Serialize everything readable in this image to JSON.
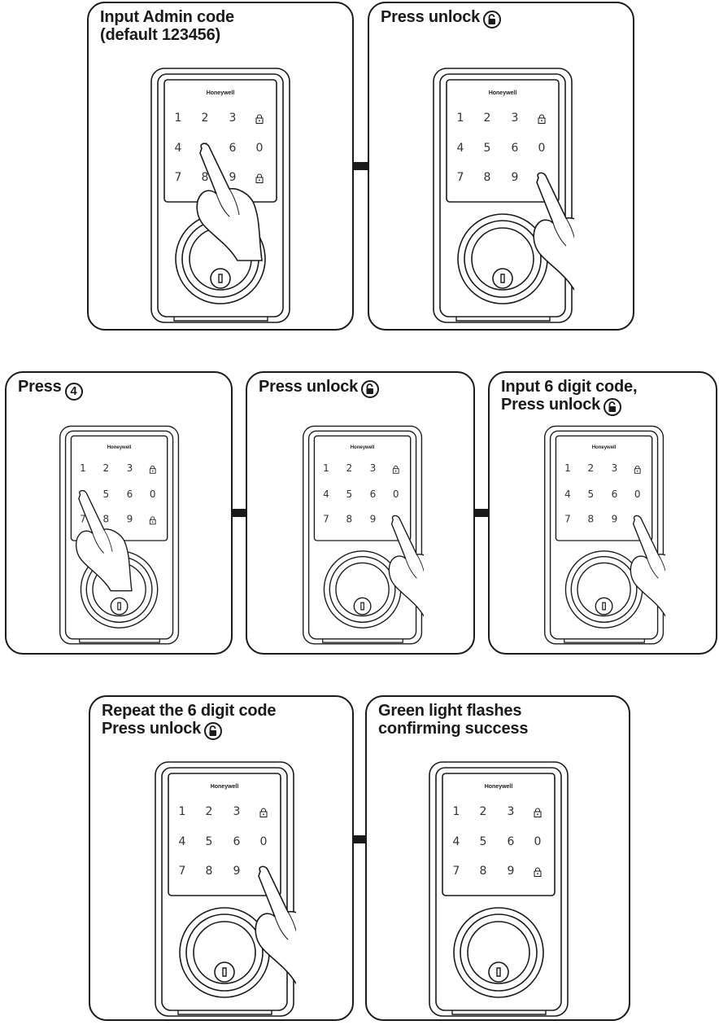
{
  "brand": "Honeywell",
  "keys": [
    "1",
    "2",
    "3",
    "lock",
    "4",
    "5",
    "6",
    "0",
    "7",
    "8",
    "9",
    "lock"
  ],
  "steps": [
    {
      "lines": [
        "Input Admin code",
        "(default 123456)"
      ],
      "glyph": null,
      "press": 5
    },
    {
      "lines": [
        "Press unlock"
      ],
      "glyph": "unlock",
      "press": 11
    },
    {
      "lines": [
        "Press"
      ],
      "glyph": "4",
      "press": 4
    },
    {
      "lines": [
        "Press unlock"
      ],
      "glyph": "unlock",
      "press": 11
    },
    {
      "lines": [
        "Input 6 digit code,",
        "Press unlock"
      ],
      "glyph": "unlock",
      "press": 11
    },
    {
      "lines": [
        "Repeat the 6 digit code",
        "Press unlock"
      ],
      "glyph": "unlock",
      "press": 11
    },
    {
      "lines": [
        "Green light flashes",
        "confirming success"
      ],
      "glyph": null,
      "press": null
    }
  ]
}
